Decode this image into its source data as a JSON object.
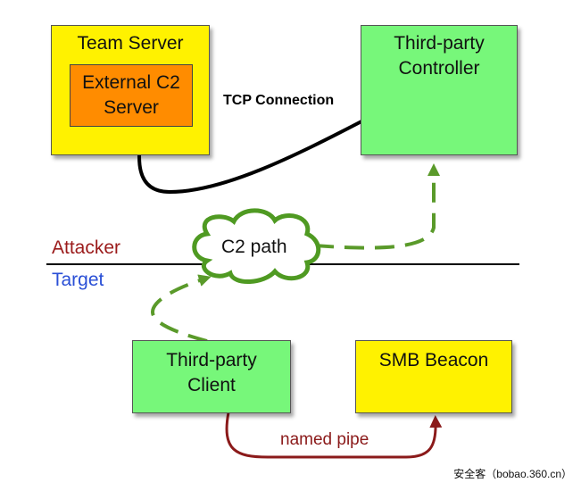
{
  "nodes": {
    "team_server": {
      "label": "Team Server",
      "color": "#FFF200"
    },
    "external_c2": {
      "label_line1": "External C2",
      "label_line2": "Server",
      "color": "#FF8C00"
    },
    "controller": {
      "label_line1": "Third-party",
      "label_line2": "Controller",
      "color": "#77F77A"
    },
    "client": {
      "label_line1": "Third-party",
      "label_line2": "Client",
      "color": "#77F77A"
    },
    "smb_beacon": {
      "label": "SMB Beacon",
      "color": "#FFF200"
    }
  },
  "cloud": {
    "label": "C2 path",
    "color": "#4F9A22"
  },
  "edges": {
    "tcp_label": "TCP Connection",
    "pipe_label": "named pipe"
  },
  "zones": {
    "attacker": {
      "label": "Attacker",
      "color": "#9B1B1B"
    },
    "target": {
      "label": "Target",
      "color": "#2A4FD6"
    }
  },
  "watermark": "安全客（bobao.360.cn）"
}
